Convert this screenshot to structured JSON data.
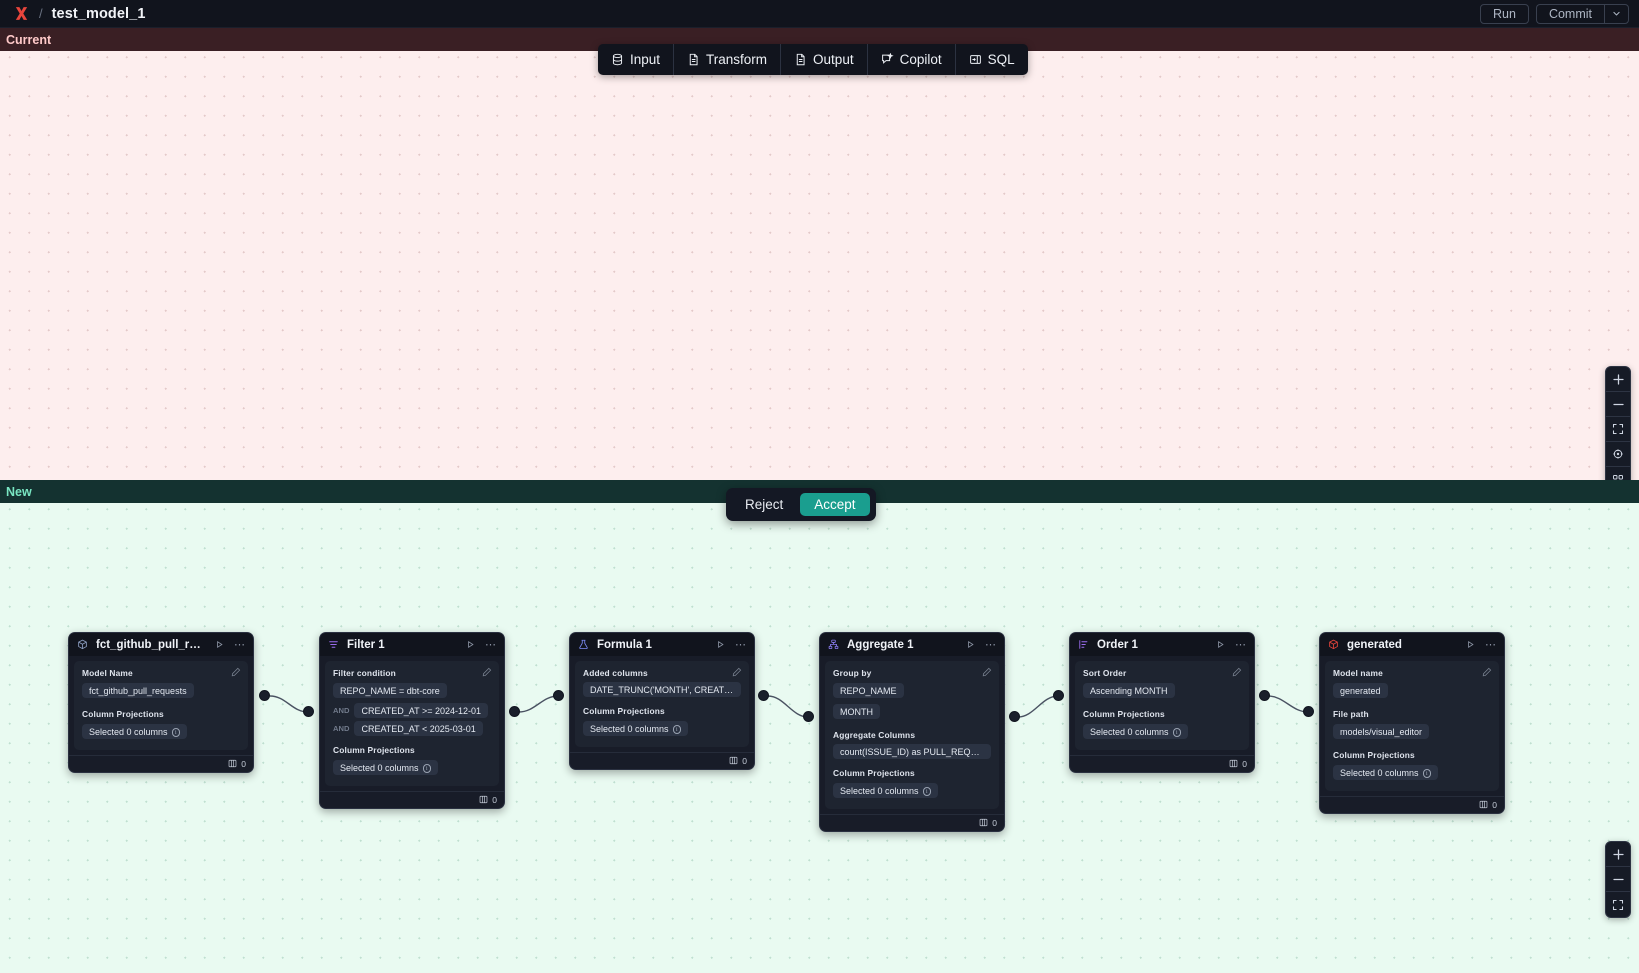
{
  "app": {
    "logo_icon": "app-logo-icon",
    "breadcrumb_separator": "/",
    "model_title": "test_model_1",
    "run_label": "Run",
    "commit_label": "Commit",
    "commit_caret_icon": "chevron-down-icon"
  },
  "toolbar": {
    "items": [
      {
        "label": "Input",
        "icon": "database-icon"
      },
      {
        "label": "Transform",
        "icon": "document-icon"
      },
      {
        "label": "Output",
        "icon": "document-icon"
      },
      {
        "label": "Copilot",
        "icon": "copilot-sparkle-icon"
      },
      {
        "label": "SQL",
        "icon": "sql-panel-icon"
      }
    ]
  },
  "panes": {
    "current": {
      "label": "Current"
    },
    "new": {
      "label": "New"
    }
  },
  "decision": {
    "reject_label": "Reject",
    "accept_label": "Accept",
    "accept_color": "#1a9e8f"
  },
  "canvas_controls": {
    "top": [
      {
        "icon": "zoom-in-icon",
        "glyph": "+"
      },
      {
        "icon": "zoom-out-icon",
        "glyph": "−"
      },
      {
        "icon": "fit-view-icon",
        "glyph": ""
      },
      {
        "icon": "lock-view-icon",
        "glyph": ""
      },
      {
        "icon": "grid-toggle-icon",
        "glyph": ""
      }
    ],
    "bottom": [
      {
        "icon": "zoom-in-icon",
        "glyph": "+"
      },
      {
        "icon": "zoom-out-icon",
        "glyph": "−"
      },
      {
        "icon": "fit-view-icon",
        "glyph": ""
      }
    ]
  },
  "graph": {
    "nodes": [
      {
        "id": "source",
        "icon": "cube-icon",
        "title": "fct_github_pull_requests",
        "run_icon": "play-icon",
        "more_icon": "ellipsis-icon",
        "edit_icon": "pencil-icon",
        "fields": [
          {
            "label": "Model Name",
            "value": "fct_github_pull_requests"
          },
          {
            "label": "Column Projections",
            "value": "Selected 0 columns",
            "info": true
          }
        ],
        "footer": {
          "icon": "columns-icon",
          "count": "0"
        }
      },
      {
        "id": "filter",
        "icon": "filter-icon",
        "title": "Filter 1",
        "run_icon": "play-icon",
        "more_icon": "ellipsis-icon",
        "edit_icon": "pencil-icon",
        "fields": [
          {
            "label": "Filter condition",
            "value": "REPO_NAME = dbt-core"
          },
          {
            "label": "",
            "value": "CREATED_AT >= 2024-12-01",
            "prefix": "AND"
          },
          {
            "label": "",
            "value": "CREATED_AT < 2025-03-01",
            "prefix": "AND"
          },
          {
            "label": "Column Projections",
            "value": "Selected 0 columns",
            "info": true
          }
        ],
        "footer": {
          "icon": "columns-icon",
          "count": "0"
        }
      },
      {
        "id": "formula",
        "icon": "flask-icon",
        "title": "Formula 1",
        "run_icon": "play-icon",
        "more_icon": "ellipsis-icon",
        "edit_icon": "pencil-icon",
        "fields": [
          {
            "label": "Added columns",
            "value": "DATE_TRUNC('MONTH', CREATED_AT…"
          },
          {
            "label": "Column Projections",
            "value": "Selected 0 columns",
            "info": true
          }
        ],
        "footer": {
          "icon": "columns-icon",
          "count": "0"
        }
      },
      {
        "id": "aggregate",
        "icon": "aggregate-icon",
        "title": "Aggregate 1",
        "run_icon": "play-icon",
        "more_icon": "ellipsis-icon",
        "edit_icon": "pencil-icon",
        "fields": [
          {
            "label": "Group by",
            "value": "REPO_NAME"
          },
          {
            "label": "",
            "value": "MONTH"
          },
          {
            "label": "Aggregate Columns",
            "value": "count(ISSUE_ID) as PULL_REQUEST_…"
          },
          {
            "label": "Column Projections",
            "value": "Selected 0 columns",
            "info": true
          }
        ],
        "footer": {
          "icon": "columns-icon",
          "count": "0"
        }
      },
      {
        "id": "order",
        "icon": "sort-icon",
        "title": "Order 1",
        "run_icon": "play-icon",
        "more_icon": "ellipsis-icon",
        "edit_icon": "pencil-icon",
        "fields": [
          {
            "label": "Sort Order",
            "value": "Ascending MONTH"
          },
          {
            "label": "Column Projections",
            "value": "Selected 0 columns",
            "info": true
          }
        ],
        "footer": {
          "icon": "columns-icon",
          "count": "0"
        }
      },
      {
        "id": "generated",
        "icon": "cube-red-icon",
        "title": "generated",
        "run_icon": "play-icon",
        "more_icon": "ellipsis-icon",
        "edit_icon": "pencil-icon",
        "fields": [
          {
            "label": "Model name",
            "value": "generated"
          },
          {
            "label": "File path",
            "value": "models/visual_editor"
          },
          {
            "label": "Column Projections",
            "value": "Selected 0 columns",
            "info": true
          }
        ],
        "footer": {
          "icon": "columns-icon",
          "count": "0"
        }
      }
    ]
  }
}
